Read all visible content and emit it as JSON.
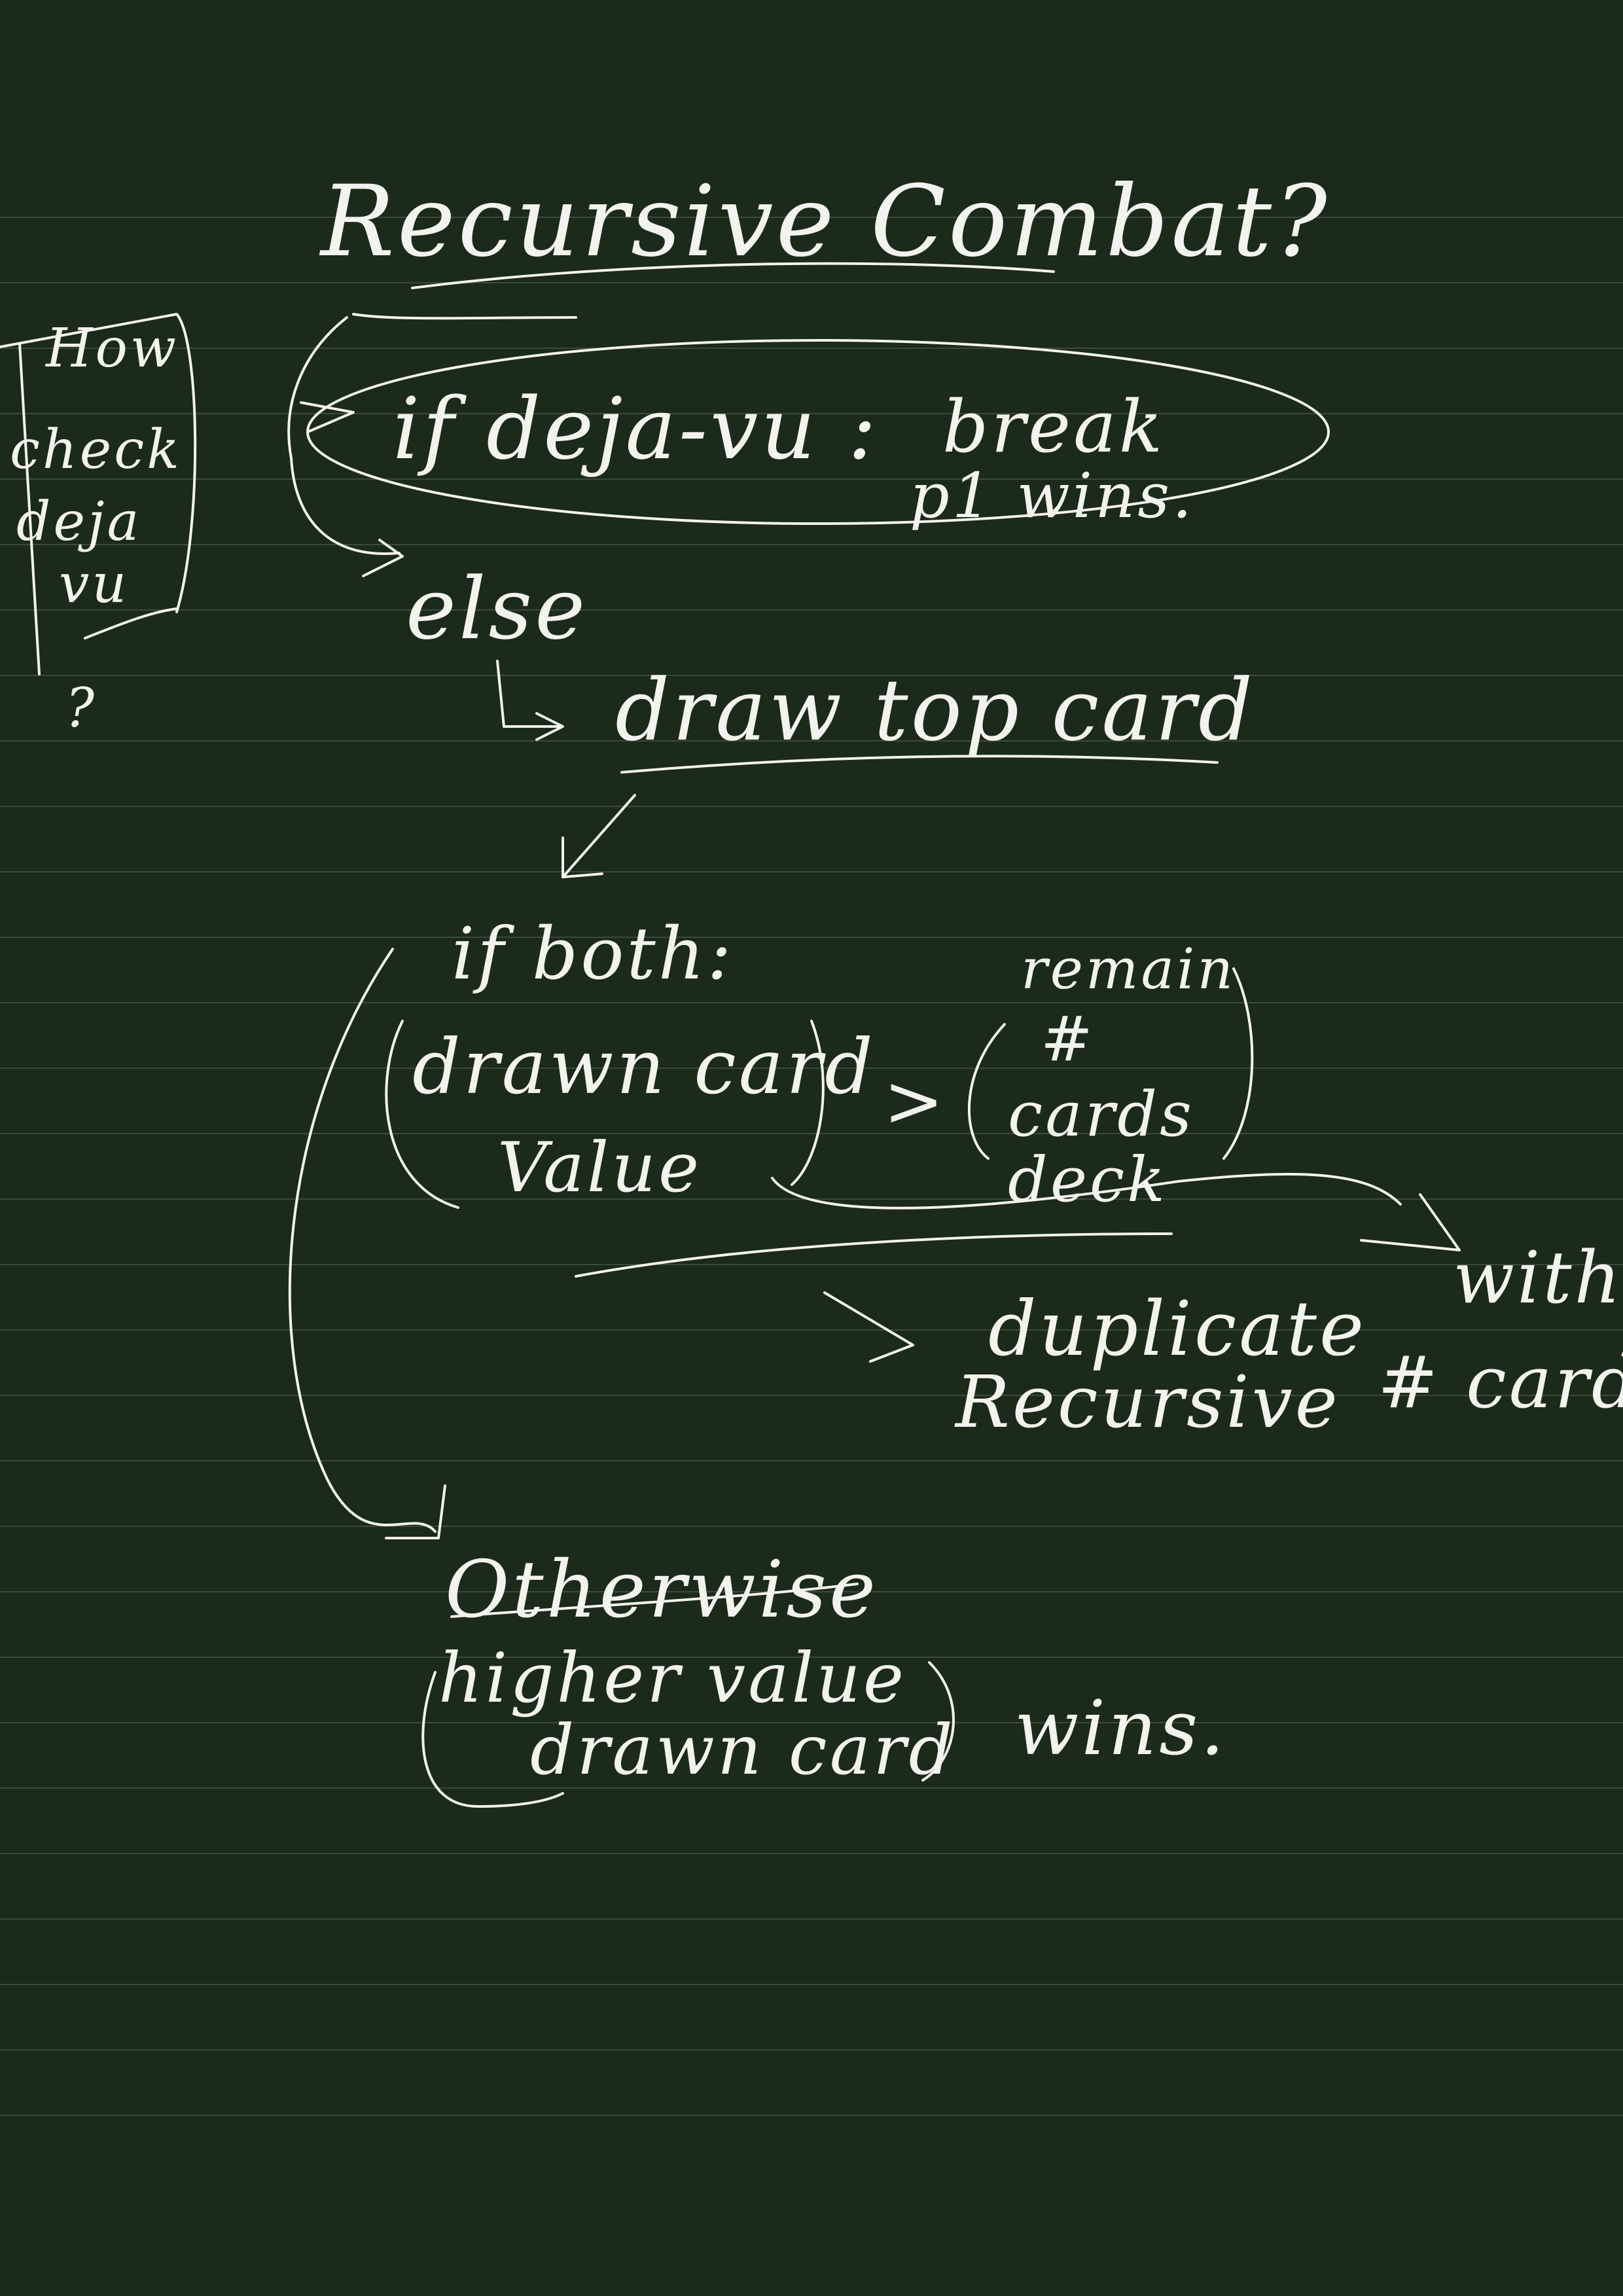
{
  "note": {
    "background_color": "#1b2a1a",
    "ink_color": "#f2f2ee",
    "rule_color": "#3b4a3a",
    "title": "Recursive Combat?",
    "side_note": {
      "line1": "How",
      "line2": "check",
      "line3": "deja",
      "line4": "vu",
      "line5": "?"
    },
    "if_deja_vu": "if deja-vu :",
    "break_text": "break",
    "p1_wins": "p1 wins.",
    "else_text": "else",
    "draw_top_card": "draw top card",
    "if_both": "if both:",
    "drawn_card": "drawn card",
    "value_text": "Value",
    "greater": ">",
    "remain": "remain",
    "hash": "#",
    "cards": "cards",
    "deck": "deck",
    "duplicate": "duplicate",
    "recursive": "Recursive",
    "with_text": "with",
    "hash_card": "# card",
    "otherwise": "Otherwise",
    "higher_value": "higher value",
    "drawn_card_2": "drawn card",
    "wins": "wins."
  }
}
